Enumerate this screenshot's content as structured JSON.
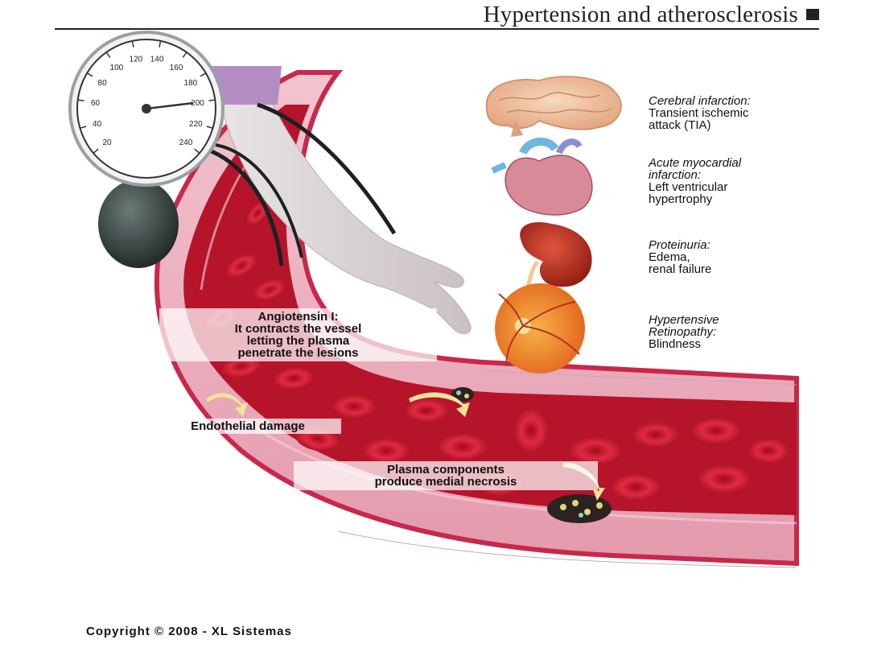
{
  "title": "Hypertension and atherosclerosis",
  "gauge_ticks": [
    "20",
    "40",
    "60",
    "80",
    "100",
    "120",
    "140",
    "160",
    "180",
    "200",
    "220",
    "240"
  ],
  "organs": [
    {
      "heading": "Cerebral infarction:",
      "body": "Transient ischemic\nattack (TIA)",
      "icon": "brain-icon"
    },
    {
      "heading": "Acute myocardial\ninfarction:",
      "body": "Left ventricular\nhypertrophy",
      "icon": "heart-icon"
    },
    {
      "heading": "Proteinuria:",
      "body": "Edema,\nrenal failure",
      "icon": "kidney-icon"
    },
    {
      "heading": "Hypertensive\nRetinopathy:",
      "body": "Blindness",
      "icon": "retina-icon"
    }
  ],
  "callouts": {
    "angiotensin": "Angiotensin I:\nIt contracts the vessel\nletting the plasma\npenetrate the lesions",
    "endothelial": "Endothelial damage",
    "plasma": "Plasma components\nproduce medial necrosis"
  },
  "copyright": "Copyright © 2008 - XL Sistemas",
  "colors": {
    "vessel_wall": "#e9a3b3",
    "vessel_outer": "#c8284a",
    "lumen": "#9c0f24",
    "rbc": "#d21f35"
  }
}
